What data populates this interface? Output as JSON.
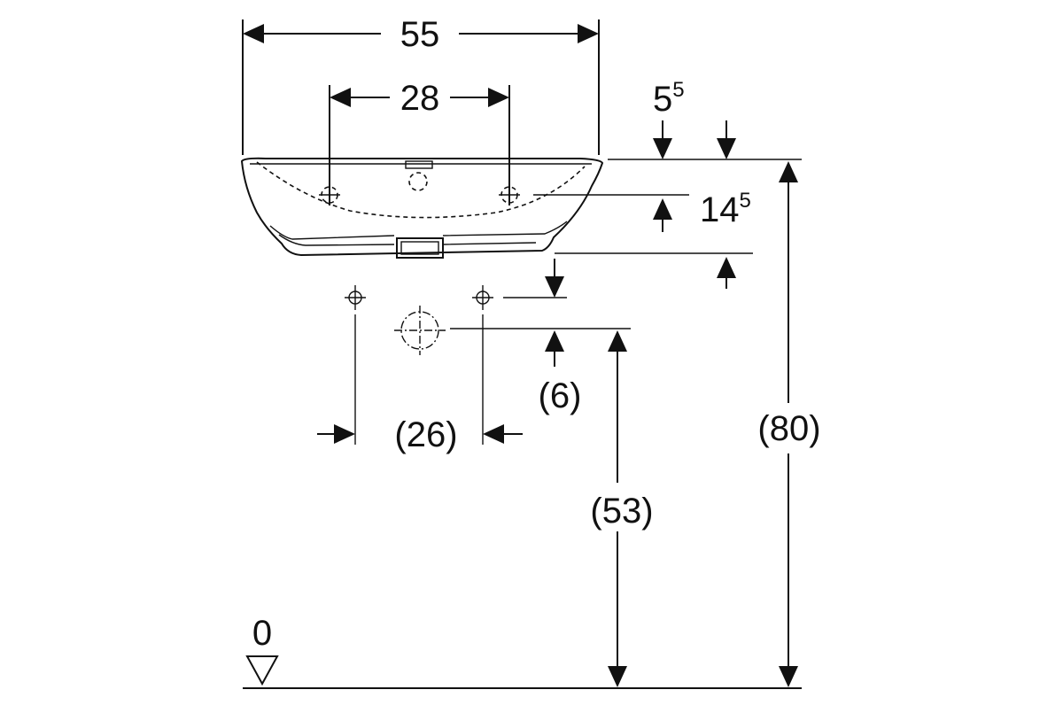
{
  "dimensions": {
    "overall_width": "55",
    "tap_hole_spacing": "28",
    "rim_offset_base": "5",
    "rim_offset_sup": "5",
    "basin_depth_base": "14",
    "basin_depth_sup": "5",
    "waste_offset": "(6)",
    "bolt_spacing": "(26)",
    "waste_height": "(53)",
    "rim_height": "(80)",
    "floor_level": "0"
  },
  "colors": {
    "line": "#111111",
    "background": "#ffffff"
  }
}
